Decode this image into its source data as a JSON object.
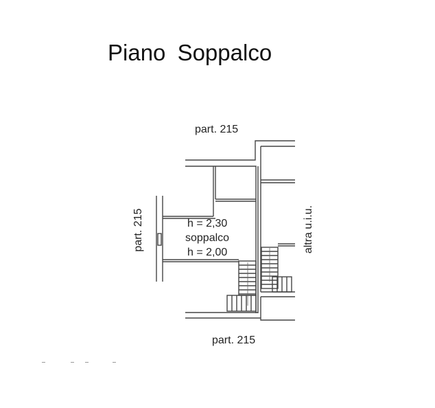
{
  "title": "Piano  Soppalco",
  "labels": {
    "top": "part. 215",
    "left": "part. 215",
    "bottom": "part. 215",
    "right": "altra  u.i.u.",
    "h1": "h = 2,30",
    "room": "soppalco",
    "h2": "h = 2,00"
  }
}
